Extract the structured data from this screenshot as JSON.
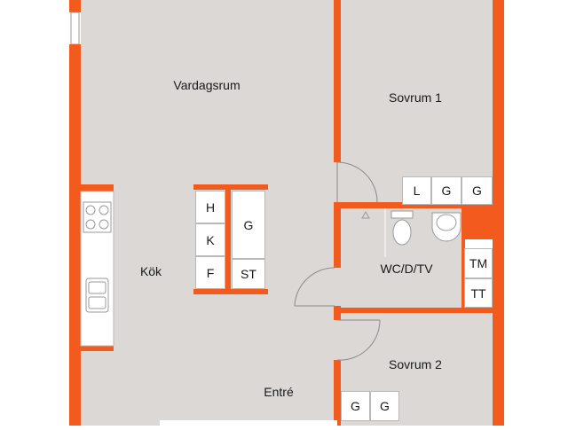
{
  "colors": {
    "wall": "#f25a1e",
    "floor": "#dbd8d6",
    "fixture": "#ffffff",
    "fixture_line": "#9a9a9a"
  },
  "rooms": {
    "vardagsrum": "Vardagsrum",
    "sovrum1": "Sovrum 1",
    "kok": "Kök",
    "wc": "WC/D/TV",
    "sovrum2": "Sovrum 2",
    "entre": "Entré"
  },
  "closets": {
    "sovrum1": [
      "L",
      "G",
      "G"
    ],
    "kitchen_left": [
      "H",
      "K",
      "F"
    ],
    "kitchen_right": [
      "G",
      "ST"
    ],
    "bath": [
      "TM",
      "TT"
    ],
    "sovrum2": [
      "G",
      "G"
    ]
  }
}
